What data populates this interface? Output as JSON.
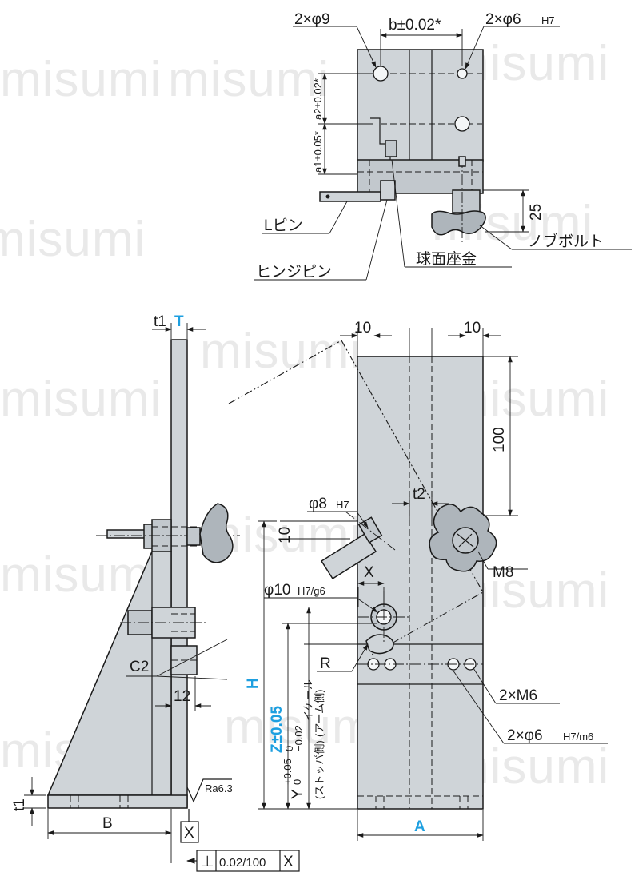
{
  "watermark": "misumi",
  "labels": {
    "holes_d9": "2×φ9",
    "holes_d6": "2×φ6",
    "holes_d6_tol": "H7",
    "b_tol": "b±0.02*",
    "a2_tol": "a2±0.02*",
    "a1_tol": "a1±0.05*",
    "dim_25": "25",
    "l_pin": "Lピン",
    "hinge_pin": "ヒンジピン",
    "spherical_washer": "球面座金",
    "knob_bolt": "ノブボルト",
    "t1": "t1",
    "T": "T",
    "C2": "C2",
    "dim_12": "12",
    "B": "B",
    "Ra": "Ra6.3",
    "datum_x": "X",
    "flatness_symbol": "⊥",
    "flatness_value": "0.02/100",
    "flatness_datum": "X",
    "dim_10_left": "10",
    "dim_10_right": "10",
    "dim_100": "100",
    "t2": "t2",
    "phi8": "φ8",
    "phi8_tol": "H7",
    "dim_10_pin": "10",
    "M8": "M8",
    "X": "X",
    "phi10": "φ10",
    "phi10_tol": "H7/g6",
    "R": "R",
    "H": "H",
    "Z": "Z±0.05",
    "Y": "Y",
    "Y_tol_upper": "+0.05",
    "Y_tol_lower": "0",
    "Y_tol2_upper": "0",
    "Y_tol2_lower": "−0.02",
    "stopper_side": "(ストッパ側)",
    "arm_side": "(アーム側)",
    "yoke_label": "イケール",
    "holes_m6": "2×M6",
    "holes_d6_bottom": "2×φ6",
    "holes_d6_bottom_tol": "H7/m6",
    "A": "A"
  },
  "colors": {
    "accent_blue": "#1d9fe0",
    "part_fill": "#cfd4d8",
    "line": "#1a1a1a"
  }
}
